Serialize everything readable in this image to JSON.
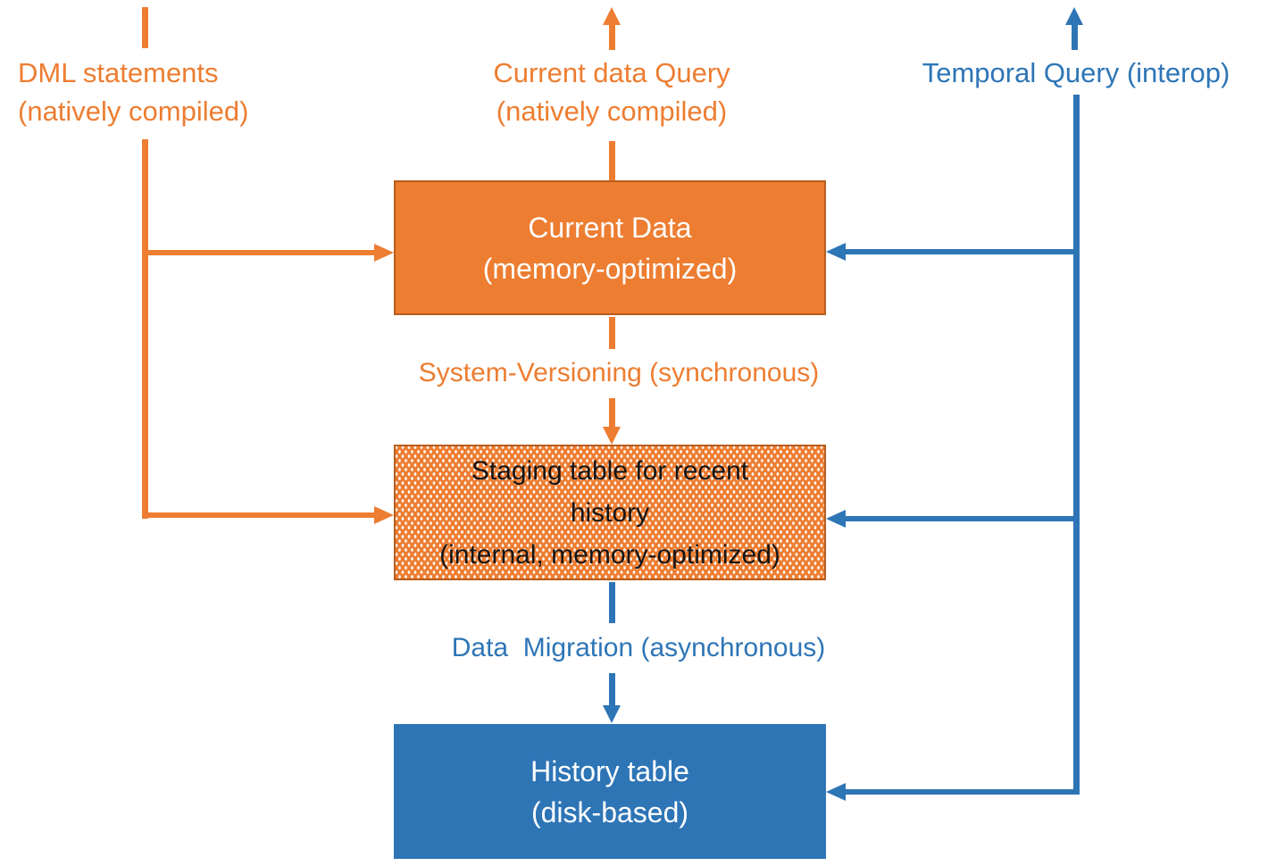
{
  "diagram": {
    "left_label": {
      "line1": "DML statements",
      "line2": "(natively compiled)"
    },
    "center_label": {
      "line1": "Current data Query",
      "line2": "(natively compiled)"
    },
    "right_label": {
      "text": "Temporal Query (interop)"
    },
    "system_versioning_label": "System-Versioning (synchronous)",
    "data_migration_label": "Data  Migration (asynchronous)",
    "boxes": {
      "current_data": {
        "line1": "Current Data",
        "line2": "(memory-optimized)"
      },
      "staging": {
        "line1": "Staging table for recent",
        "line2": "history",
        "line3": "(internal, memory-optimized)"
      },
      "history": {
        "line1": "History table",
        "line2": "(disk-based)"
      }
    },
    "colors": {
      "orange": "#ED7D31",
      "orange_border": "#B85D1C",
      "blue": "#2E75B6",
      "box_text_light": "#FFFFFF",
      "staging_text": "#151515"
    }
  }
}
